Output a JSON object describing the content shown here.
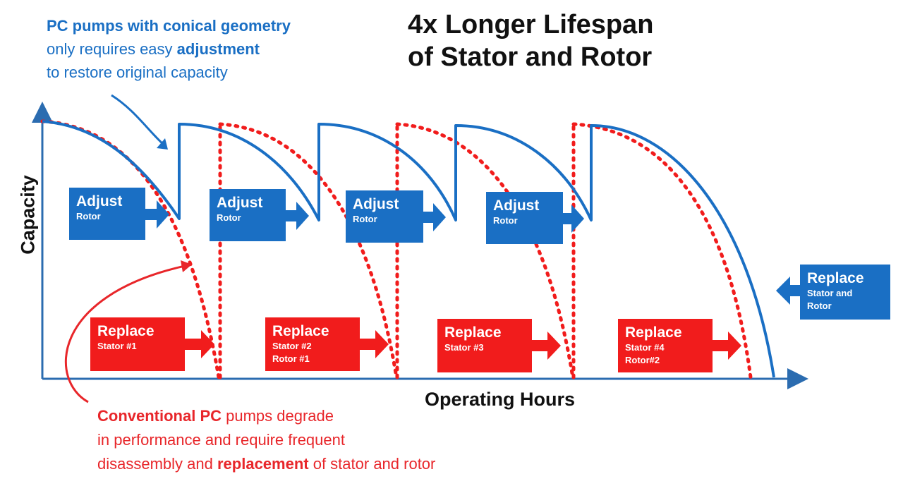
{
  "title": {
    "line1": "4x Longer Lifespan",
    "line2": "of Stator and Rotor"
  },
  "blue_note": {
    "line1": "PC pumps with conical geometry",
    "line2_a": "only requires easy ",
    "line2_b": "adjustment",
    "line3": "to restore original capacity"
  },
  "red_note": {
    "line1_a": "Conventional PC",
    "line1_b": " pumps degrade",
    "line2": "in performance and require frequent",
    "line3_a": "disassembly and ",
    "line3_b": "replacement",
    "line3_c": " of stator and rotor"
  },
  "axes": {
    "x_label": "Operating Hours",
    "y_label": "Capacity"
  },
  "adjust_boxes": [
    {
      "title": "Adjust",
      "sub": "Rotor"
    },
    {
      "title": "Adjust",
      "sub": "Rotor"
    },
    {
      "title": "Adjust",
      "sub": "Rotor"
    },
    {
      "title": "Adjust",
      "sub": "Rotor"
    }
  ],
  "replace_boxes": [
    {
      "title": "Replace",
      "sub1": "Stator #1",
      "sub2": ""
    },
    {
      "title": "Replace",
      "sub1": "Stator #2",
      "sub2": "Rotor #1"
    },
    {
      "title": "Replace",
      "sub1": "Stator #3",
      "sub2": ""
    },
    {
      "title": "Replace",
      "sub1": "Stator #4",
      "sub2": "Rotor#2"
    }
  ],
  "final_box": {
    "title": "Replace",
    "sub1": "Stator and",
    "sub2": "Rotor"
  },
  "colors": {
    "blue": "#1a6fc4",
    "red": "#f11c1c",
    "axis": "#2b6cb0",
    "text": "#111111"
  }
}
